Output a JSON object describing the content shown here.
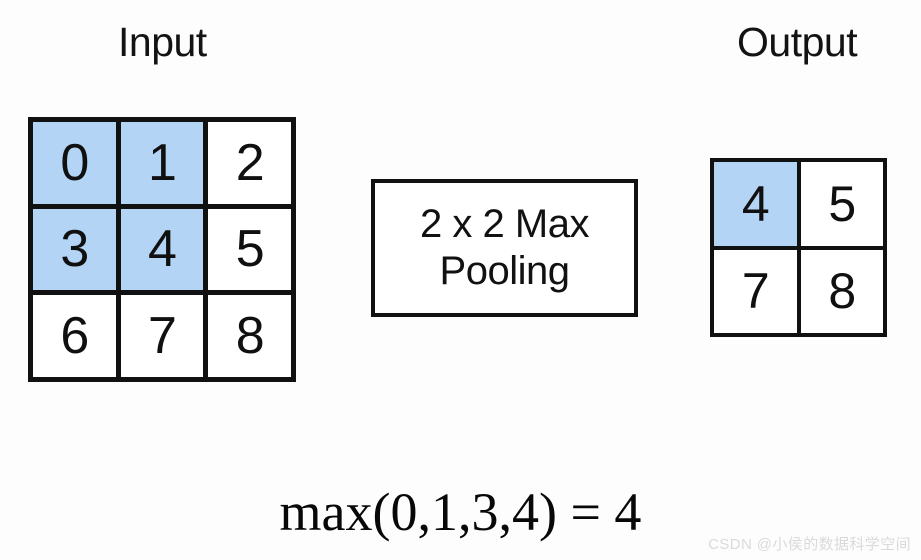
{
  "labels": {
    "input_title": "Input",
    "output_title": "Output"
  },
  "operation": {
    "line1": "2 x 2 Max",
    "line2": "Pooling"
  },
  "formula": "max(0,1,3,4) = 4",
  "watermark": "CSDN @小侯的数据科学空间",
  "colors": {
    "highlight": "#b3d4f5",
    "border": "#111111",
    "background": "#fdfdfd",
    "text": "#101010",
    "watermark": "#dadada"
  },
  "input_grid": {
    "rows": 3,
    "cols": 3,
    "cells": [
      {
        "value": "0",
        "highlighted": true
      },
      {
        "value": "1",
        "highlighted": true
      },
      {
        "value": "2",
        "highlighted": false
      },
      {
        "value": "3",
        "highlighted": true
      },
      {
        "value": "4",
        "highlighted": true
      },
      {
        "value": "5",
        "highlighted": false
      },
      {
        "value": "6",
        "highlighted": false
      },
      {
        "value": "7",
        "highlighted": false
      },
      {
        "value": "8",
        "highlighted": false
      }
    ]
  },
  "output_grid": {
    "rows": 2,
    "cols": 2,
    "cells": [
      {
        "value": "4",
        "highlighted": true
      },
      {
        "value": "5",
        "highlighted": false
      },
      {
        "value": "7",
        "highlighted": false
      },
      {
        "value": "8",
        "highlighted": false
      }
    ]
  }
}
